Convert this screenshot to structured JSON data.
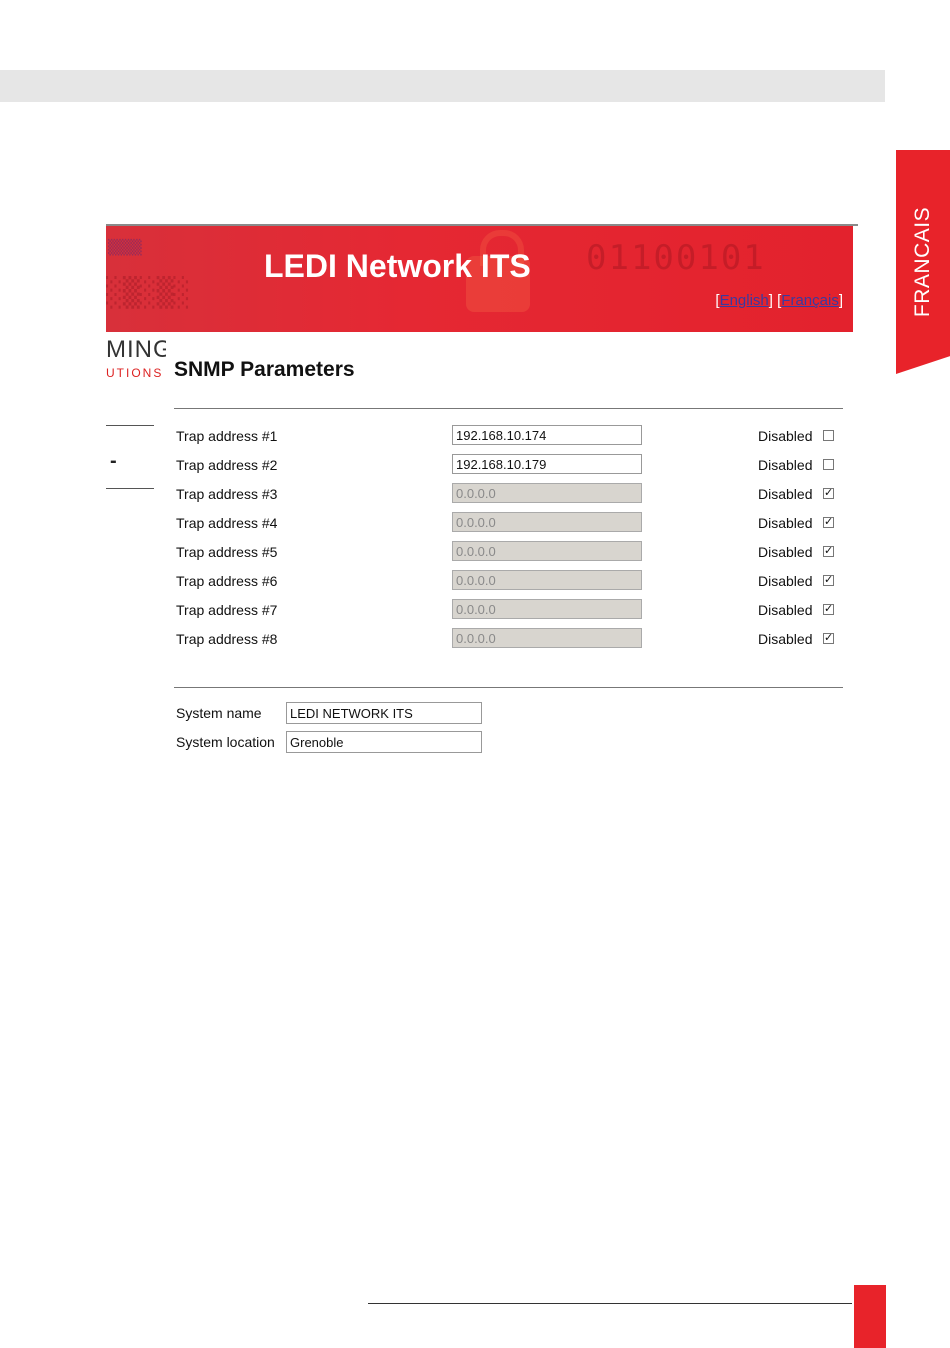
{
  "side_tab": {
    "label": "FRANCAIS"
  },
  "banner": {
    "title": "LEDI Network ITS",
    "lang_links": {
      "english": "English",
      "francais": "Français"
    }
  },
  "logo": {
    "line1": "MING",
    "line2": "UTIONS"
  },
  "page_title": "SNMP Parameters",
  "trap_addresses": [
    {
      "label": "Trap address #1",
      "value": "192.168.10.174",
      "disabled_label": "Disabled",
      "disabled": false
    },
    {
      "label": "Trap address #2",
      "value": "192.168.10.179",
      "disabled_label": "Disabled",
      "disabled": false
    },
    {
      "label": "Trap address #3",
      "value": "0.0.0.0",
      "disabled_label": "Disabled",
      "disabled": true
    },
    {
      "label": "Trap address #4",
      "value": "0.0.0.0",
      "disabled_label": "Disabled",
      "disabled": true
    },
    {
      "label": "Trap address #5",
      "value": "0.0.0.0",
      "disabled_label": "Disabled",
      "disabled": true
    },
    {
      "label": "Trap address #6",
      "value": "0.0.0.0",
      "disabled_label": "Disabled",
      "disabled": true
    },
    {
      "label": "Trap address #7",
      "value": "0.0.0.0",
      "disabled_label": "Disabled",
      "disabled": true
    },
    {
      "label": "Trap address #8",
      "value": "0.0.0.0",
      "disabled_label": "Disabled",
      "disabled": true
    }
  ],
  "system": {
    "name_label": "System name",
    "name_value": "LEDI NETWORK ITS",
    "location_label": "System location",
    "location_value": "Grenoble"
  },
  "colors": {
    "brand_red": "#e8232a",
    "disabled_field": "#d8d5cf",
    "top_band": "#e6e6e6"
  }
}
